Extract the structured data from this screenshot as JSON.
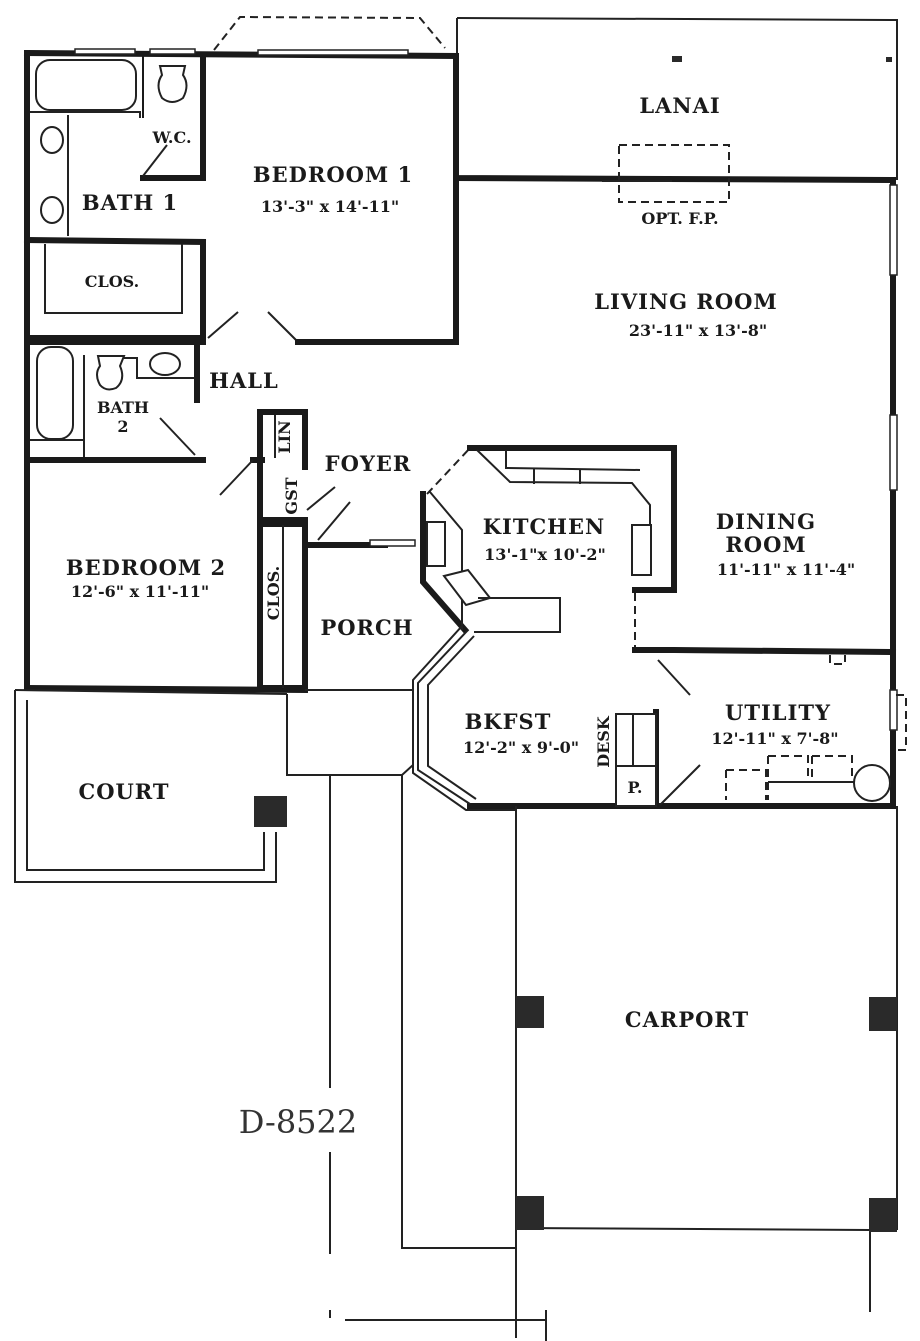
{
  "plan": {
    "code": "D-8522",
    "rooms": {
      "lanai": {
        "name": "LANAI"
      },
      "opt_fp": {
        "name": "OPT. F.P."
      },
      "bedroom1": {
        "name": "BEDROOM 1",
        "dims": "13'-3\" x 14'-11\""
      },
      "bath1": {
        "name": "BATH 1"
      },
      "wc": {
        "name": "W.C."
      },
      "clos1": {
        "name": "CLOS."
      },
      "living": {
        "name": "LIVING ROOM",
        "dims": "23'-11\" x 13'-8\""
      },
      "hall": {
        "name": "HALL"
      },
      "bath2": {
        "name": "BATH",
        "name2": "2"
      },
      "lin": {
        "name": "LIN"
      },
      "gst": {
        "name": "GST"
      },
      "foyer": {
        "name": "FOYER"
      },
      "kitchen": {
        "name": "KITCHEN",
        "dims": "13'-1\"x 10'-2\""
      },
      "dining": {
        "name": "DINING",
        "name2": "ROOM",
        "dims": "11'-11\" x 11'-4\""
      },
      "bedroom2": {
        "name": "BEDROOM 2",
        "dims": "12'-6\" x 11'-11\""
      },
      "clos2": {
        "name": "CLOS."
      },
      "porch": {
        "name": "PORCH"
      },
      "bkfst": {
        "name": "BKFST",
        "dims": "12'-2\" x 9'-0\""
      },
      "desk": {
        "name": "DESK"
      },
      "pantry": {
        "name": "P."
      },
      "utility": {
        "name": "UTILITY",
        "dims": "12'-11\" x 7'-8\""
      },
      "court": {
        "name": "COURT"
      },
      "carport": {
        "name": "CARPORT"
      }
    }
  }
}
